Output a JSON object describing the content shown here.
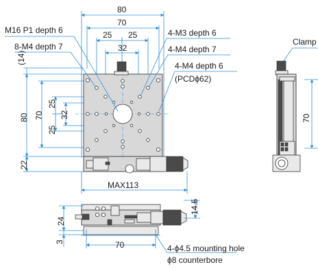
{
  "top_view": {
    "dims": {
      "width_80": "80",
      "width_70": "70",
      "spacing_25_left": "25",
      "spacing_25_right": "25",
      "spacing_32": "32",
      "height_80": "80",
      "height_70": "70",
      "v25_top": "25",
      "v32": "32",
      "v25_bottom": "25",
      "offset_14": "(14)",
      "offset_22": "22",
      "max_length": "MAX113"
    },
    "callouts": {
      "m16": "M16 P1 depth 6",
      "m4_depth7_8x": "8-M4 depth 7",
      "m3_depth6_4x": "4-M3 depth 6",
      "m4_depth7_4x": "4-M4 depth 7",
      "m4_depth6_4x": "4-M4 depth 6",
      "pcd": "(PCDϕ62)"
    }
  },
  "side_view": {
    "clamp_label": "Clamp",
    "height_70": "70"
  },
  "front_view": {
    "dims": {
      "height_24": "24",
      "height_14_5": "14.5",
      "offset_3": "3",
      "width_70": "70"
    },
    "callouts": {
      "mounting_hole": "4-ϕ4.5 mounting hole",
      "counterbore": "ϕ8 counterbore"
    }
  },
  "colors": {
    "dimension_line": "#2f8fd8",
    "part_fill": "#d8d8d8"
  }
}
